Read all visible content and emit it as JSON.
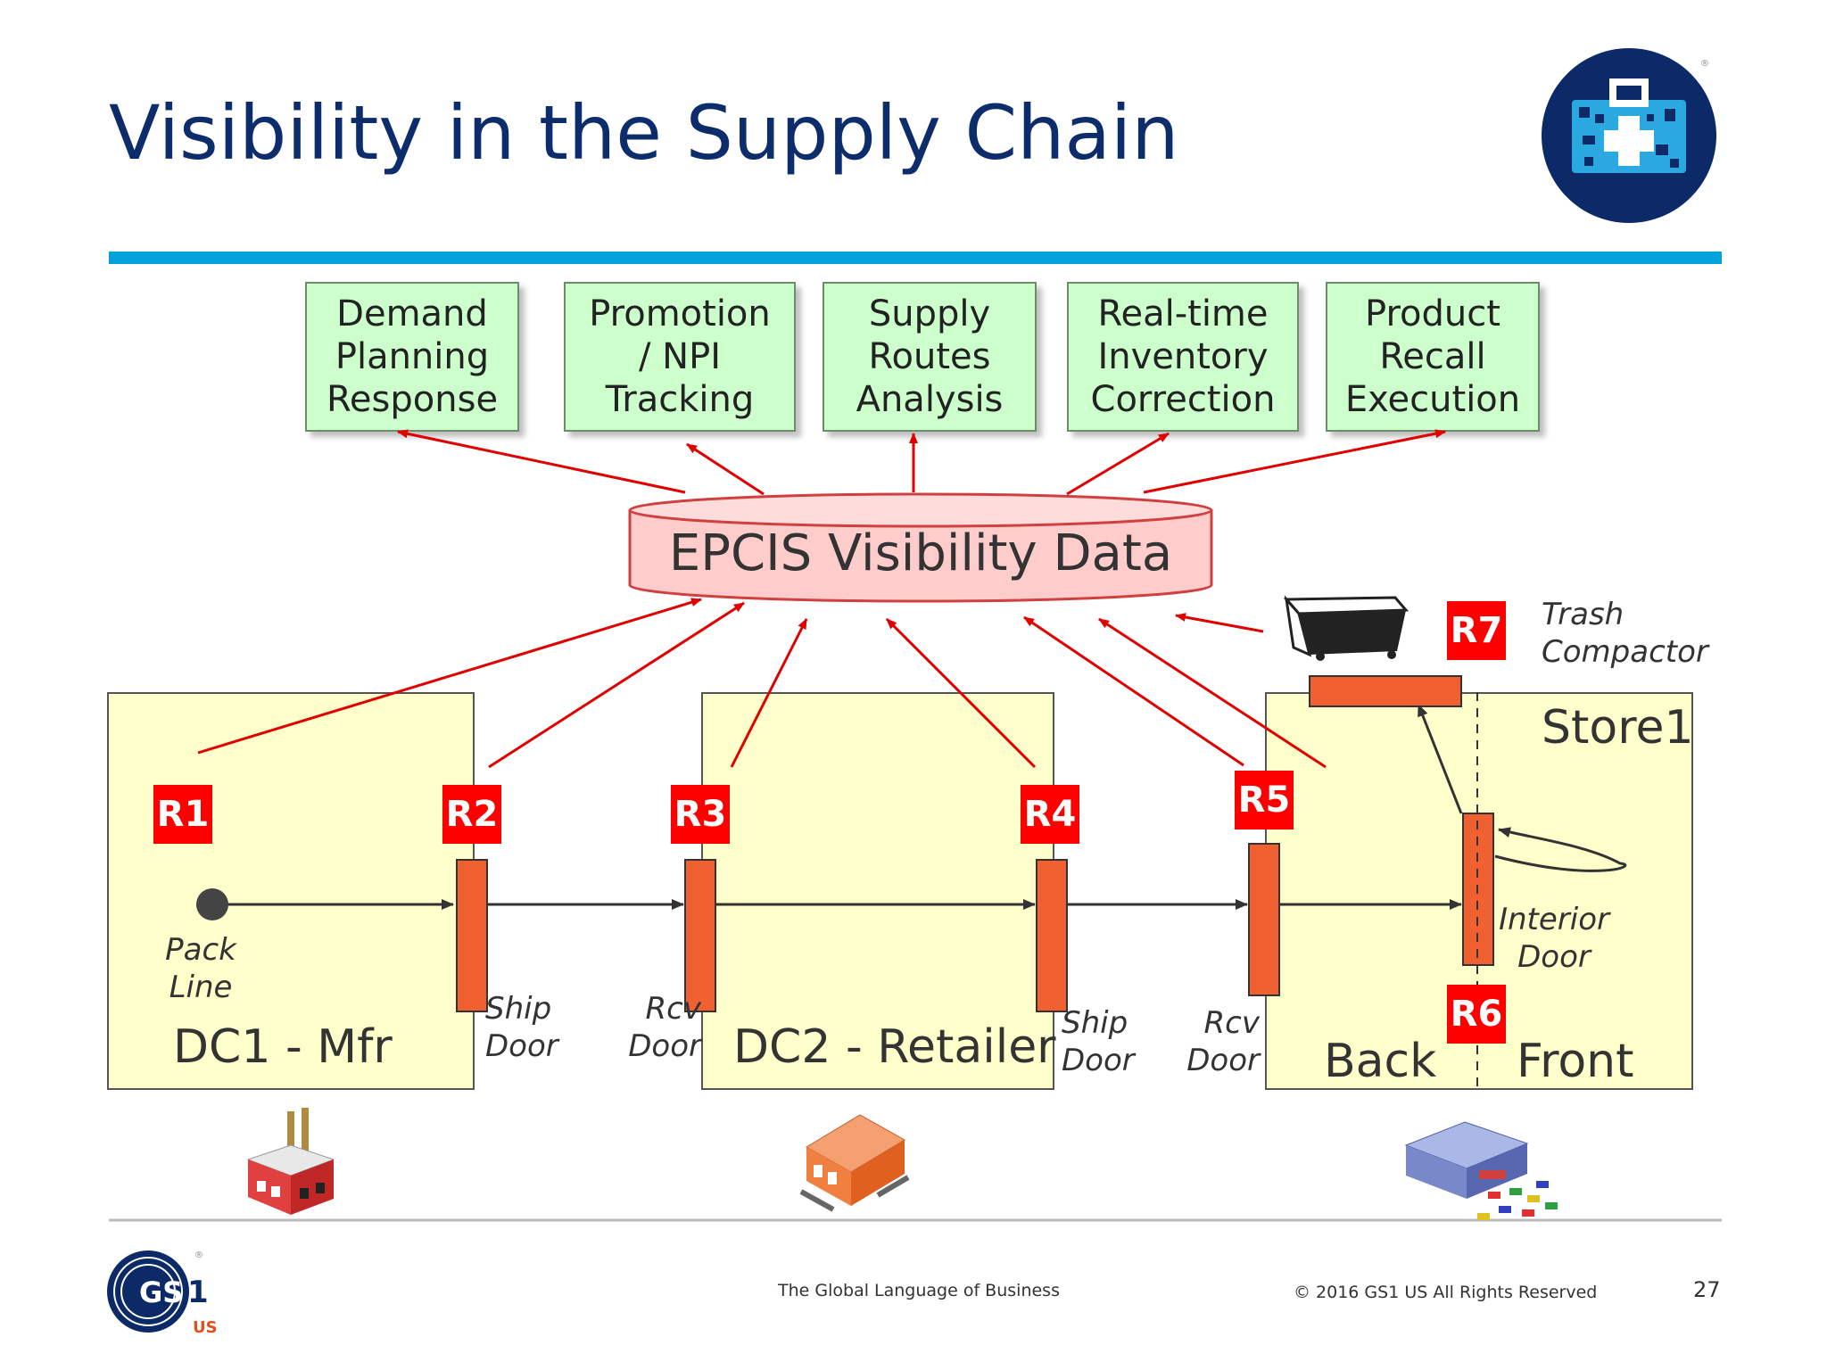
{
  "title": "Visibility in the Supply Chain",
  "apps": [
    {
      "label": "Demand\nPlanning\nResponse"
    },
    {
      "label": "Promotion\n/ NPI\nTracking"
    },
    {
      "label": "Supply\nRoutes\nAnalysis"
    },
    {
      "label": "Real-time\nInventory\nCorrection"
    },
    {
      "label": "Product\nRecall\nExecution"
    }
  ],
  "epcis": {
    "label": "EPCIS Visibility Data"
  },
  "zones": {
    "dc1": "DC1 - Mfr",
    "dc2": "DC2 - Retailer",
    "store": "Store1",
    "back": "Back",
    "front": "Front"
  },
  "readers": [
    "R1",
    "R2",
    "R3",
    "R4",
    "R5",
    "R6",
    "R7"
  ],
  "labels": {
    "pack_line": "Pack\nLine",
    "ship_door_1": "Ship\nDoor",
    "rcv_door_1": "Rcv\nDoor",
    "ship_door_2": "Ship\nDoor",
    "rcv_door_2": "Rcv\nDoor",
    "interior_door": "Interior\nDoor",
    "trash_compactor": "Trash\nCompactor"
  },
  "footer": {
    "tagline": "The Global Language of Business",
    "copyright": "© 2016 GS1 US All Rights Reserved",
    "page_number": "27",
    "logo_text": "GS1",
    "logo_sub": "US"
  },
  "colors": {
    "title": "#0d2c6c",
    "rule": "#00a3d9",
    "app_fill": "#ccffcc",
    "epcis_fill": "#ffcccc",
    "zone_fill": "#ffffcc",
    "reader_badge": "#ff0000",
    "door_bar": "#f06030",
    "arrow_red": "#e00000"
  },
  "icons": [
    "medical-qr-logo-icon",
    "factory-icon",
    "warehouse-icon",
    "store-icon",
    "dumpster-icon",
    "gs1-logo-icon"
  ]
}
